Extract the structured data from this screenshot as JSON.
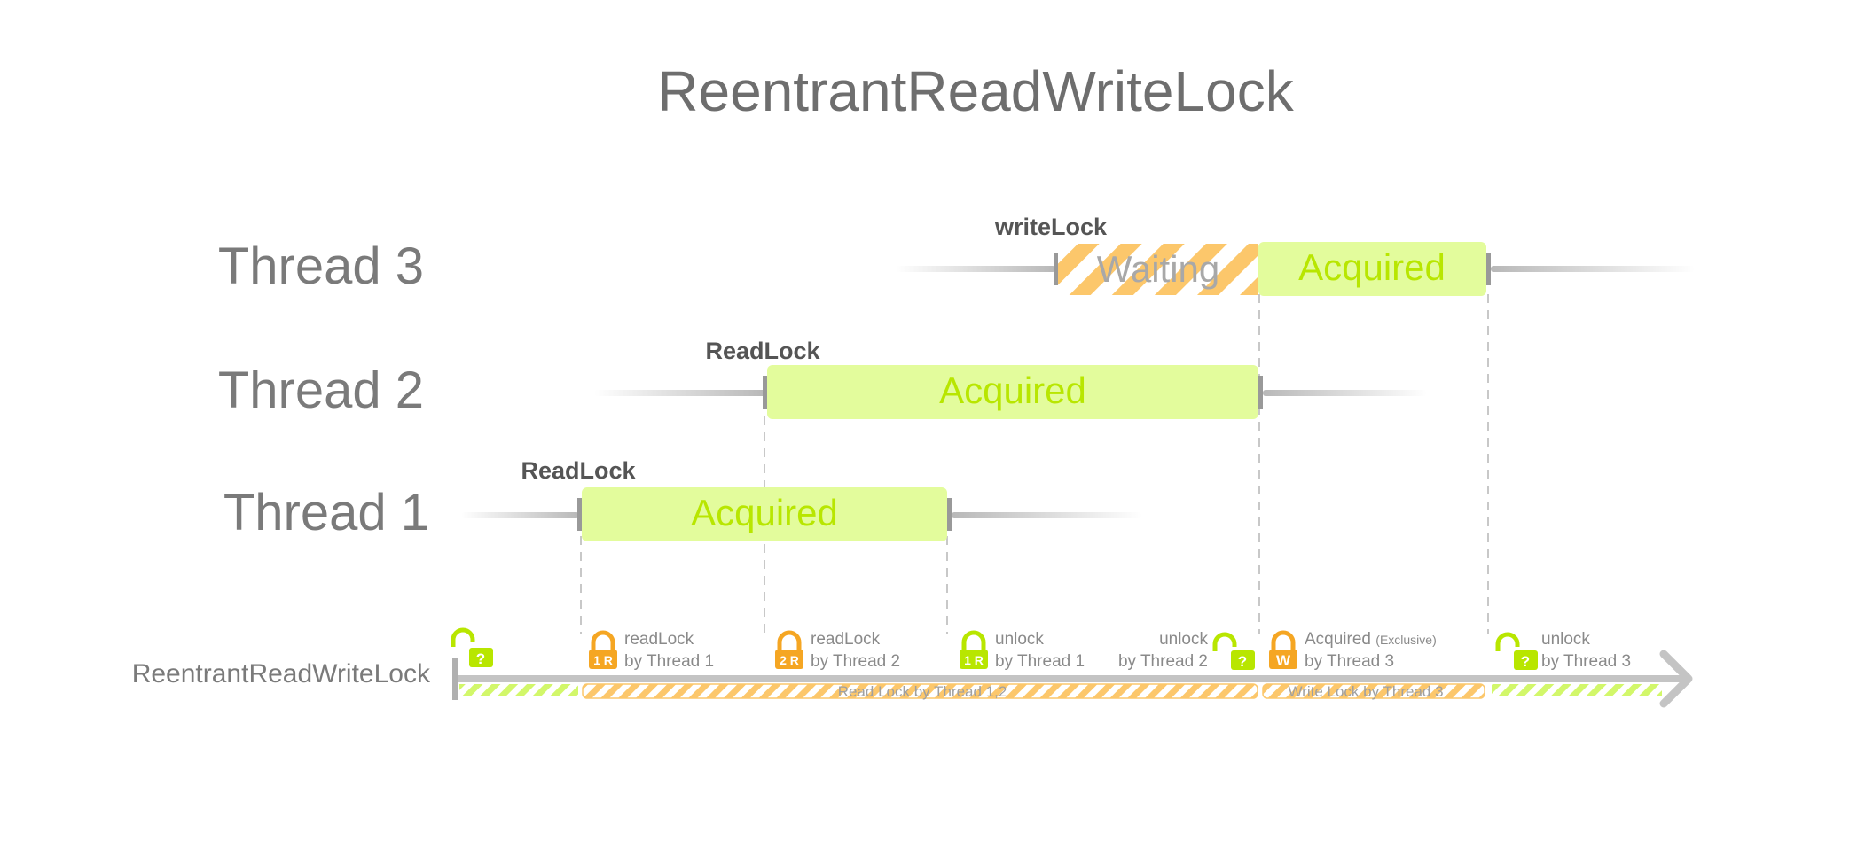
{
  "title": "ReentrantReadWriteLock",
  "colors": {
    "text_gray": "#6e6e6e",
    "label_dark": "#555555",
    "line_gray": "#b8b8b8",
    "acquired_fill": "#e3fc9c",
    "acquired_text": "#b8e600",
    "waiting_stripe": "#fcc76b",
    "waiting_text": "#a8a8a8",
    "lock_orange": "#f5a623",
    "lock_green": "#b8e600",
    "dash": "#c8c8c8"
  },
  "threads": [
    {
      "name": "Thread 3",
      "lock_label": "writeLock",
      "segments": [
        {
          "kind": "waiting",
          "label": "Waiting"
        },
        {
          "kind": "acquired",
          "label": "Acquired"
        }
      ]
    },
    {
      "name": "Thread 2",
      "lock_label": "ReadLock",
      "segments": [
        {
          "kind": "acquired",
          "label": "Acquired"
        }
      ]
    },
    {
      "name": "Thread 1",
      "lock_label": "ReadLock",
      "segments": [
        {
          "kind": "acquired",
          "label": "Acquired"
        }
      ]
    }
  ],
  "lock_row": {
    "label": "ReentrantReadWriteLock",
    "bar_read": "Read Lock by Thread 1,2",
    "bar_write": "Write Lock by Thread 3"
  },
  "events": [
    {
      "icon": "unlocked-free",
      "badge": "?",
      "line1": "",
      "line1_small": "",
      "line2": ""
    },
    {
      "icon": "locked",
      "badge": "1 R",
      "line1": "readLock",
      "line1_small": "",
      "line2": "by Thread 1"
    },
    {
      "icon": "locked",
      "badge": "2 R",
      "line1": "readLock",
      "line1_small": "",
      "line2": "by Thread 2"
    },
    {
      "icon": "locked-green",
      "badge": "1 R",
      "line1": "unlock",
      "line1_small": "",
      "line2": "by Thread 1"
    },
    {
      "icon": "unlocked-free",
      "badge": "?",
      "line1": "unlock",
      "line1_small": "",
      "line2": "by Thread 2"
    },
    {
      "icon": "locked",
      "badge": "W",
      "line1": "Acquired",
      "line1_small": "(Exclusive)",
      "line2": "by Thread 3"
    },
    {
      "icon": "unlocked-free",
      "badge": "?",
      "line1": "unlock",
      "line1_small": "",
      "line2": "by Thread 3"
    }
  ]
}
